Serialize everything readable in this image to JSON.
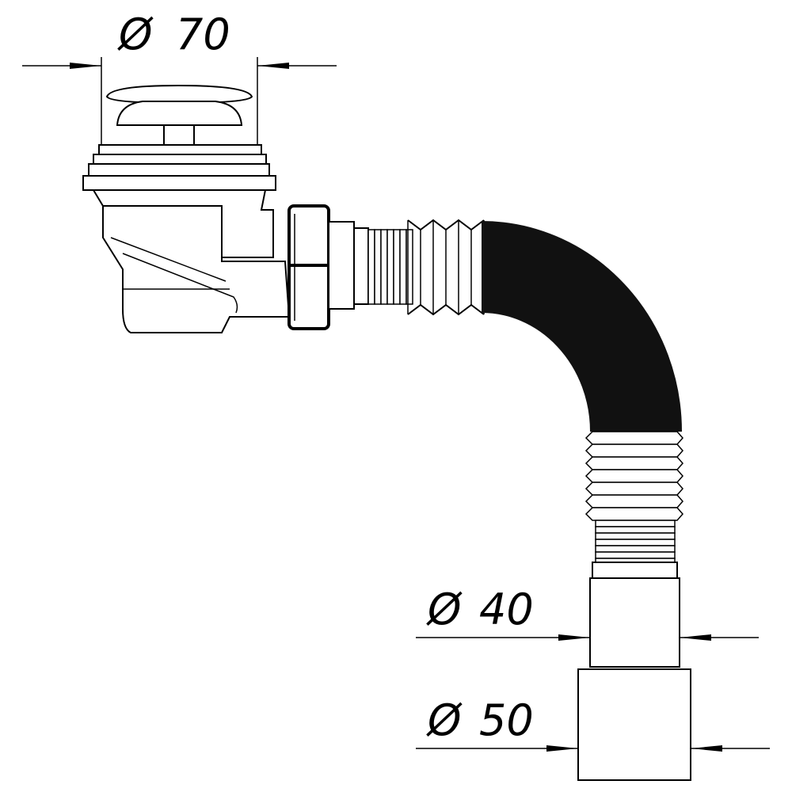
{
  "dimensions": {
    "top": {
      "symbol": "Ø",
      "value": "70"
    },
    "middle": {
      "symbol": "Ø",
      "value": "40"
    },
    "bottom": {
      "symbol": "Ø",
      "value": "50"
    }
  },
  "colors": {
    "line": "#000000",
    "background": "#ffffff",
    "hose": "#111111"
  }
}
